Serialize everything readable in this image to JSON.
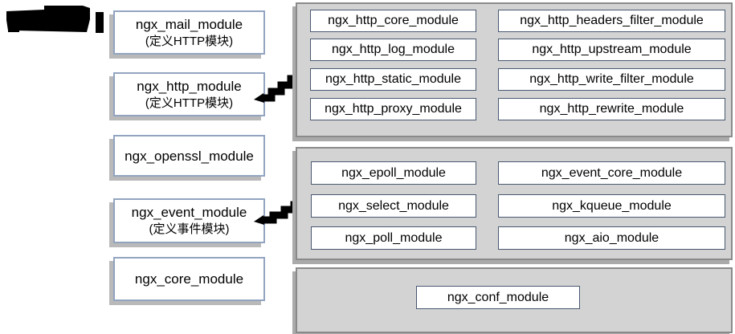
{
  "colors": {
    "panel_bg": "#d3d3d3",
    "panel_border": "#8a8a8a",
    "inner_box_border": "#485870",
    "left_box_border": "#92a4c0",
    "shadow": "#b9b9b9",
    "arrow": "#000000"
  },
  "left_column": {
    "modules": [
      {
        "label": "ngx_mail_module",
        "sublabel": "(定义HTTP模块)"
      },
      {
        "label": "ngx_http_module",
        "sublabel": "(定义HTTP模块)"
      },
      {
        "label": "ngx_openssl_module",
        "sublabel": ""
      },
      {
        "label": "ngx_event_module",
        "sublabel": "(定义事件模块)"
      },
      {
        "label": "ngx_core_module",
        "sublabel": ""
      }
    ]
  },
  "http_panel": {
    "left": [
      "ngx_http_core_module",
      "ngx_http_log_module",
      "ngx_http_static_module",
      "ngx_http_proxy_module"
    ],
    "right": [
      "ngx_http_headers_filter_module",
      "ngx_http_upstream_module",
      "ngx_http_write_filter_module",
      "ngx_http_rewrite_module"
    ]
  },
  "event_panel": {
    "left": [
      "ngx_epoll_module",
      "ngx_select_module",
      "ngx_poll_module"
    ],
    "right": [
      "ngx_event_core_module",
      "ngx_kqueue_module",
      "ngx_aio_module"
    ]
  },
  "conf_panel": {
    "module": "ngx_conf_module"
  }
}
